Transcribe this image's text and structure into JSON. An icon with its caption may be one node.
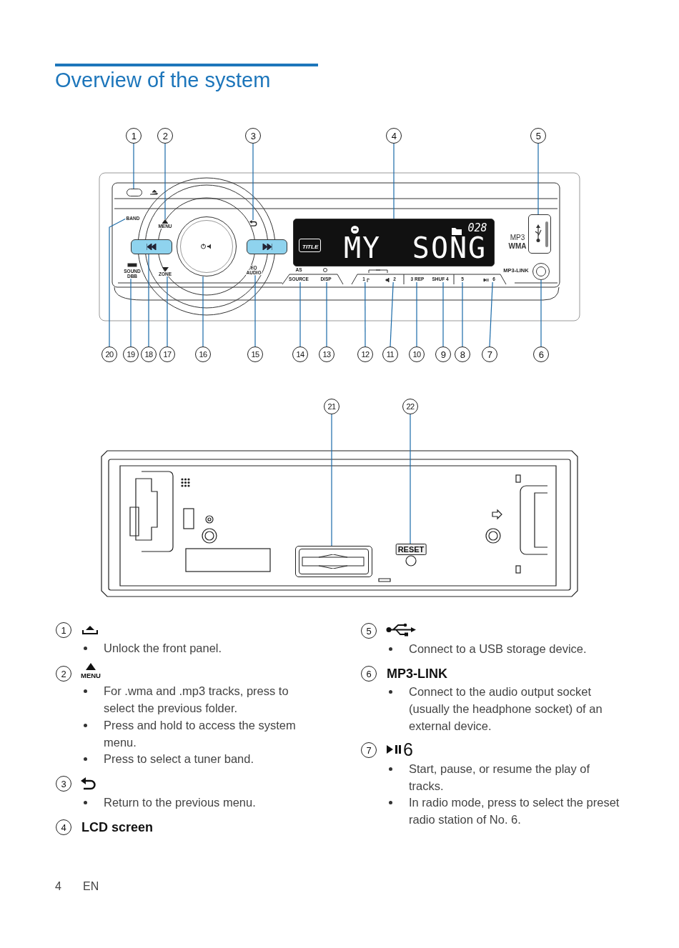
{
  "diagram": {
    "title": "Overview of the system",
    "nodes": [
      {
        "text": [
          "1"
        ]
      },
      {
        "text": [
          "2"
        ]
      },
      {
        "text": [
          "3"
        ]
      },
      {
        "text": [
          "4"
        ]
      },
      {
        "text": [
          "5"
        ]
      },
      {
        "text": [
          "20"
        ]
      },
      {
        "text": [
          "19"
        ]
      },
      {
        "text": [
          "18"
        ]
      },
      {
        "text": [
          "17"
        ]
      },
      {
        "text": [
          "16"
        ]
      },
      {
        "text": [
          "15"
        ]
      },
      {
        "text": [
          "14"
        ]
      },
      {
        "text": [
          "13"
        ]
      },
      {
        "text": [
          "12"
        ]
      },
      {
        "text": [
          "11"
        ]
      },
      {
        "text": [
          "10"
        ]
      },
      {
        "text": [
          "9"
        ]
      },
      {
        "text": [
          "8"
        ]
      },
      {
        "text": [
          "7"
        ]
      },
      {
        "text": [
          "6"
        ]
      },
      {
        "text": [
          "21"
        ]
      },
      {
        "text": [
          "22"
        ]
      },
      {
        "text": [],
        "shape": "button"
      },
      {
        "text": [
          "MENU"
        ]
      },
      {
        "text": [],
        "shape": "arrow"
      },
      {
        "text": [
          "TITLE",
          "MY",
          "SONG",
          "028"
        ]
      },
      {
        "text": [],
        "shape": "box"
      },
      {
        "text": [
          "BAND"
        ]
      },
      {
        "text": [
          "SOUND",
          "DBB"
        ]
      },
      {
        "text": [],
        "shape": "button"
      },
      {
        "text": [
          "ZONE"
        ]
      },
      {
        "text": [],
        "shape": "circle"
      },
      {
        "text": [
          "EQ",
          "AUDIO"
        ]
      },
      {
        "text": [
          "SOURCE"
        ]
      },
      {
        "text": [
          "DISP"
        ]
      },
      {
        "text": [
          "1"
        ]
      },
      {
        "text": [
          "2"
        ]
      },
      {
        "text": [
          "3 REP"
        ]
      },
      {
        "text": [
          "SHUF 4"
        ]
      },
      {
        "text": [
          "5"
        ]
      },
      {
        "text": [
          "6"
        ]
      },
      {
        "text": [],
        "shape": "circle"
      },
      {
        "text": [],
        "shape": "box"
      },
      {
        "text": [
          "RESET"
        ]
      },
      {
        "text": [],
        "shape": "button"
      }
    ],
    "edges": [
      {
        "from": 0,
        "to": 22,
        "arrow": "none"
      },
      {
        "from": 1,
        "to": 23,
        "arrow": "none"
      },
      {
        "from": 2,
        "to": 24,
        "arrow": "none"
      },
      {
        "from": 3,
        "to": 25,
        "arrow": "none"
      },
      {
        "from": 4,
        "to": 26,
        "arrow": "none"
      },
      {
        "from": 5,
        "to": 27,
        "arrow": "none"
      },
      {
        "from": 6,
        "to": 28,
        "arrow": "none"
      },
      {
        "from": 7,
        "to": 29,
        "arrow": "none"
      },
      {
        "from": 8,
        "to": 30,
        "arrow": "none"
      },
      {
        "from": 9,
        "to": 31,
        "arrow": "none"
      },
      {
        "from": 10,
        "to": 32,
        "arrow": "none"
      },
      {
        "from": 11,
        "to": 33,
        "arrow": "none"
      },
      {
        "from": 12,
        "to": 34,
        "arrow": "none"
      },
      {
        "from": 13,
        "to": 35,
        "arrow": "none"
      },
      {
        "from": 14,
        "to": 36,
        "arrow": "none"
      },
      {
        "from": 15,
        "to": 37,
        "arrow": "none"
      },
      {
        "from": 16,
        "to": 38,
        "arrow": "none"
      },
      {
        "from": 17,
        "to": 39,
        "arrow": "none"
      },
      {
        "from": 18,
        "to": 40,
        "arrow": "none"
      },
      {
        "from": 19,
        "to": 41,
        "arrow": "none"
      },
      {
        "from": 20,
        "to": 42,
        "arrow": "none"
      },
      {
        "from": 21,
        "to": 43,
        "arrow": "none"
      }
    ],
    "labels": [
      "MP3",
      "WMA",
      "AS",
      "MP3-LINK",
      "1",
      "Unlock the front panel.",
      "2",
      "MENU",
      "For .wma and .mp3 tracks, press to select the previous folder.",
      "Press and hold to access the system menu.",
      "Press to select a tuner band.",
      "3",
      "Return to the previous menu.",
      "4",
      "LCD screen",
      "5",
      "Connect to a USB storage device.",
      "6",
      "MP3-LINK",
      "Connect to the audio output socket (usually the headphone socket) of an external device.",
      "7",
      "6",
      "Start, pause, or resume the play of tracks.",
      "In radio mode, press to select the preset radio station of No. 6.",
      "4",
      "EN"
    ]
  }
}
